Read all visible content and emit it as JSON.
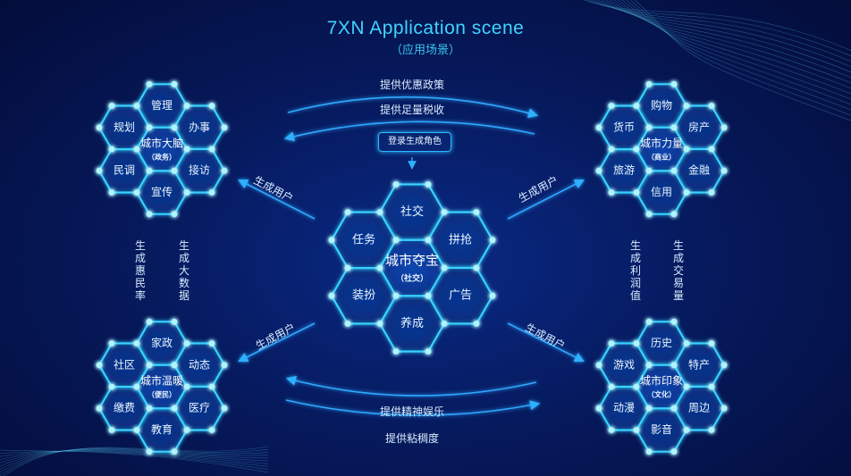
{
  "title": "7XN Application scene",
  "subtitle": "（应用场景）",
  "login_label": "登录生成角色",
  "flows": {
    "top_1": "提供优惠政策",
    "top_2": "提供足量税收",
    "bottom_1": "提供精神娱乐",
    "bottom_2": "提供粘稠度",
    "user_top_left": "生成用户",
    "user_top_right": "生成用户",
    "user_bottom_left": "生成用户",
    "user_bottom_right": "生成用户",
    "left_down": "生成惠民率",
    "left_up": "生成大数据",
    "right_down": "生成利润值",
    "right_up": "生成交易量"
  },
  "clusters": [
    {
      "id": "gov",
      "center_title": "城市大脑",
      "center_sub": "（政务）",
      "items": [
        "管理",
        "办事",
        "接访",
        "宣传",
        "民调",
        "规划"
      ]
    },
    {
      "id": "social",
      "center_title": "城市夺宝",
      "center_sub": "（社交）",
      "items": [
        "社交",
        "拼抢",
        "广告",
        "养成",
        "装扮",
        "任务"
      ]
    },
    {
      "id": "commerce",
      "center_title": "城市力量",
      "center_sub": "（商业）",
      "items": [
        "购物",
        "房产",
        "金融",
        "信用",
        "旅游",
        "货币"
      ]
    },
    {
      "id": "welfare",
      "center_title": "城市温暖",
      "center_sub": "（便民）",
      "items": [
        "家政",
        "动态",
        "医疗",
        "教育",
        "缴费",
        "社区"
      ]
    },
    {
      "id": "culture",
      "center_title": "城市印象",
      "center_sub": "（文化）",
      "items": [
        "历史",
        "特产",
        "周边",
        "影音",
        "动漫",
        "游戏"
      ]
    }
  ],
  "colors": {
    "accent": "#3fd4ff",
    "hex_stroke": "#39d0ff",
    "node_glow": "#aef4ff",
    "arrow": "#2fa8ff"
  }
}
